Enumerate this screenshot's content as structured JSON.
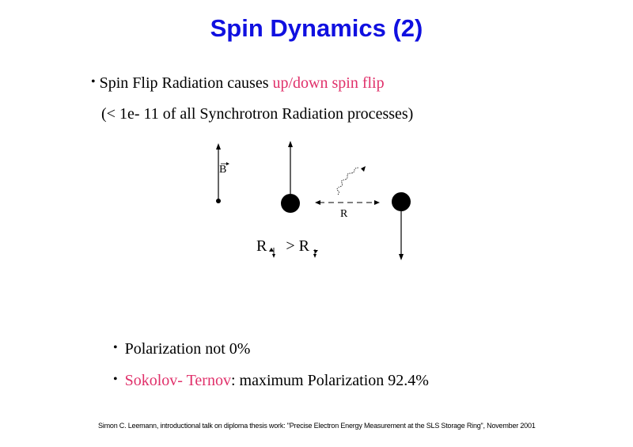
{
  "title": "Spin Dynamics (2)",
  "line1": {
    "bullet": "•",
    "text": "Spin Flip Radiation causes ",
    "highlight": "up/down spin flip"
  },
  "line2": "(< 1e- 11 of all Synchrotron Radiation processes)",
  "diagram": {
    "field_label": "B",
    "r_label": "R",
    "relation": {
      "left": "R",
      "operator": "> R"
    }
  },
  "bullets": [
    {
      "bullet": "•",
      "text": "Polarization not 0%"
    },
    {
      "bullet": "•",
      "highlight": "Sokolov- Ternov",
      "text": ": maximum Polarization 92.4%"
    }
  ],
  "footer": "Simon C. Leemann, introductional talk on diploma thesis work: \"Precise Electron Energy Measurement at the SLS Storage Ring\", November 2001",
  "colors": {
    "title": "#1010e0",
    "highlight": "#e0306a"
  }
}
